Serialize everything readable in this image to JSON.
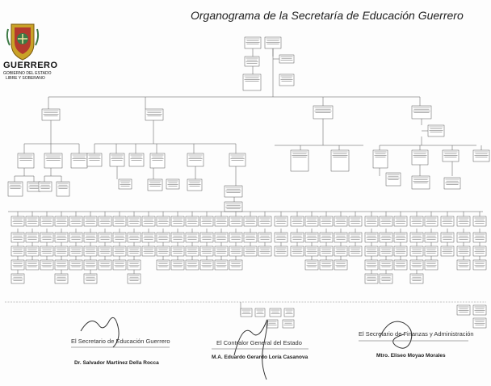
{
  "header": {
    "title": "Organograma de la Secretaría de Educación Guerrero"
  },
  "logo": {
    "word": "GUERRERO",
    "line1": "GOBIERNO DEL ESTADO",
    "line2": "LIBRE Y SOBERANO"
  },
  "signatures": [
    {
      "role": "El Secretario de Educación Guerrero",
      "name": "Dr. Salvador Martínez Della Rocca"
    },
    {
      "role": "El Contralor General del Estado",
      "name": "M.A. Eduardo Gerardo Loría Casanova"
    },
    {
      "role": "El Secretario de Finanzas y Administración",
      "name": "Mtro. Eliseo Moyao Morales"
    }
  ],
  "colors": {
    "box_border": "#444444",
    "line": "#555555",
    "dashed": "#888888",
    "ink": "#333333",
    "shield_gold": "#c9a227",
    "shield_red": "#b33a2e",
    "shield_green": "#3d7a45"
  }
}
